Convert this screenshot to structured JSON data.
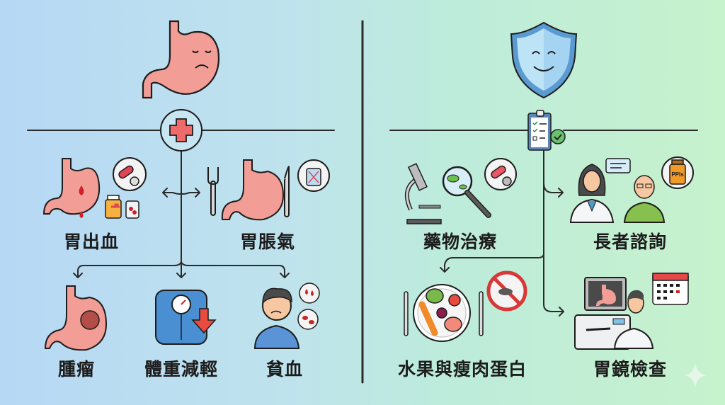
{
  "left_panel": {
    "theme": "symptoms",
    "top_icon": "sad-stomach-icon",
    "hub_icon": "medical-cross-icon",
    "items": [
      {
        "label": "胃出血",
        "icon": "bleeding-stomach-icon"
      },
      {
        "label": "胃脹氣",
        "icon": "bloated-stomach-icon"
      },
      {
        "label": "腫瘤",
        "icon": "stomach-tumor-icon"
      },
      {
        "label": "體重減輕",
        "icon": "weight-loss-scale-icon"
      },
      {
        "label": "貧血",
        "icon": "anemia-person-icon"
      }
    ]
  },
  "right_panel": {
    "theme": "prevention",
    "top_icon": "smiling-shield-icon",
    "hub_icon": "checklist-clipboard-icon",
    "items": [
      {
        "label": "藥物治療",
        "icon": "microscope-bacteria-icon"
      },
      {
        "label": "長者諮詢",
        "icon": "doctor-elder-consult-icon",
        "badge": "PPIs"
      },
      {
        "label": "水果與瘦肉蛋白",
        "icon": "healthy-plate-icon"
      },
      {
        "label": "胃鏡檢查",
        "icon": "endoscopy-icon"
      }
    ]
  },
  "colors": {
    "bg_left": "#b6d8f5",
    "bg_right": "#c6f2cc",
    "stomach": "#f19b93",
    "cross": "#ef6b6b",
    "shield": "#a9d6f2",
    "line": "#2a2a2a"
  }
}
